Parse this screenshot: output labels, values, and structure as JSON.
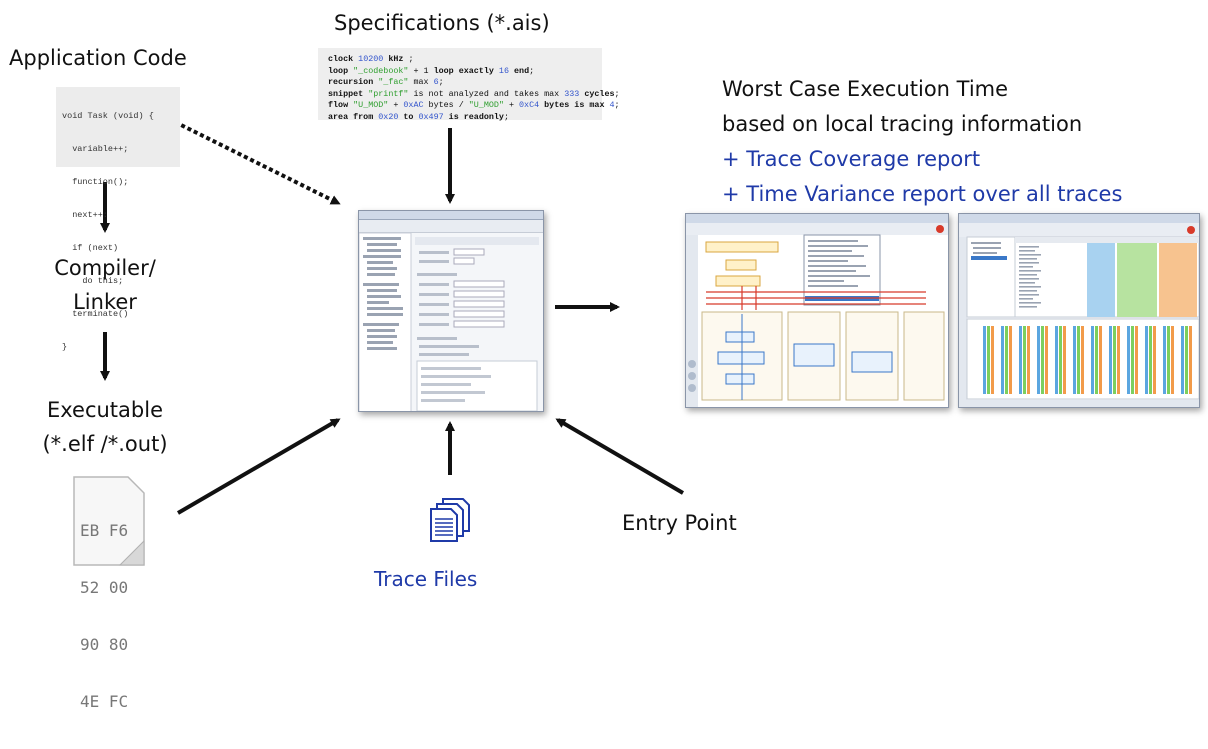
{
  "labels": {
    "application_code": "Application Code",
    "specifications": "Specifications (*.ais)",
    "compiler_line1": "Compiler/",
    "compiler_line2": "Linker",
    "executable_line1": "Executable",
    "executable_line2": "(*.elf /*.out)",
    "trace_files": "Trace Files",
    "entry_point": "Entry Point",
    "wcet_line1": "Worst Case Execution Time",
    "wcet_line2": "based on local tracing information",
    "wcet_line3": "+ Trace Coverage report",
    "wcet_line4": "+ Time Variance report over all traces"
  },
  "app_code": [
    "void Task (void) {",
    "  variable++;",
    "  function();",
    "  next++:",
    "  if (next)",
    "    do this;",
    "  terminate()",
    "}"
  ],
  "hex_dump": [
    "EB F6",
    "52 00",
    "90 80",
    "4E FC"
  ],
  "colors": {
    "accent_blue": "#1f3aa8",
    "arrow": "#111111",
    "code_green": "#2e9e2e",
    "code_blue": "#3355cc"
  }
}
